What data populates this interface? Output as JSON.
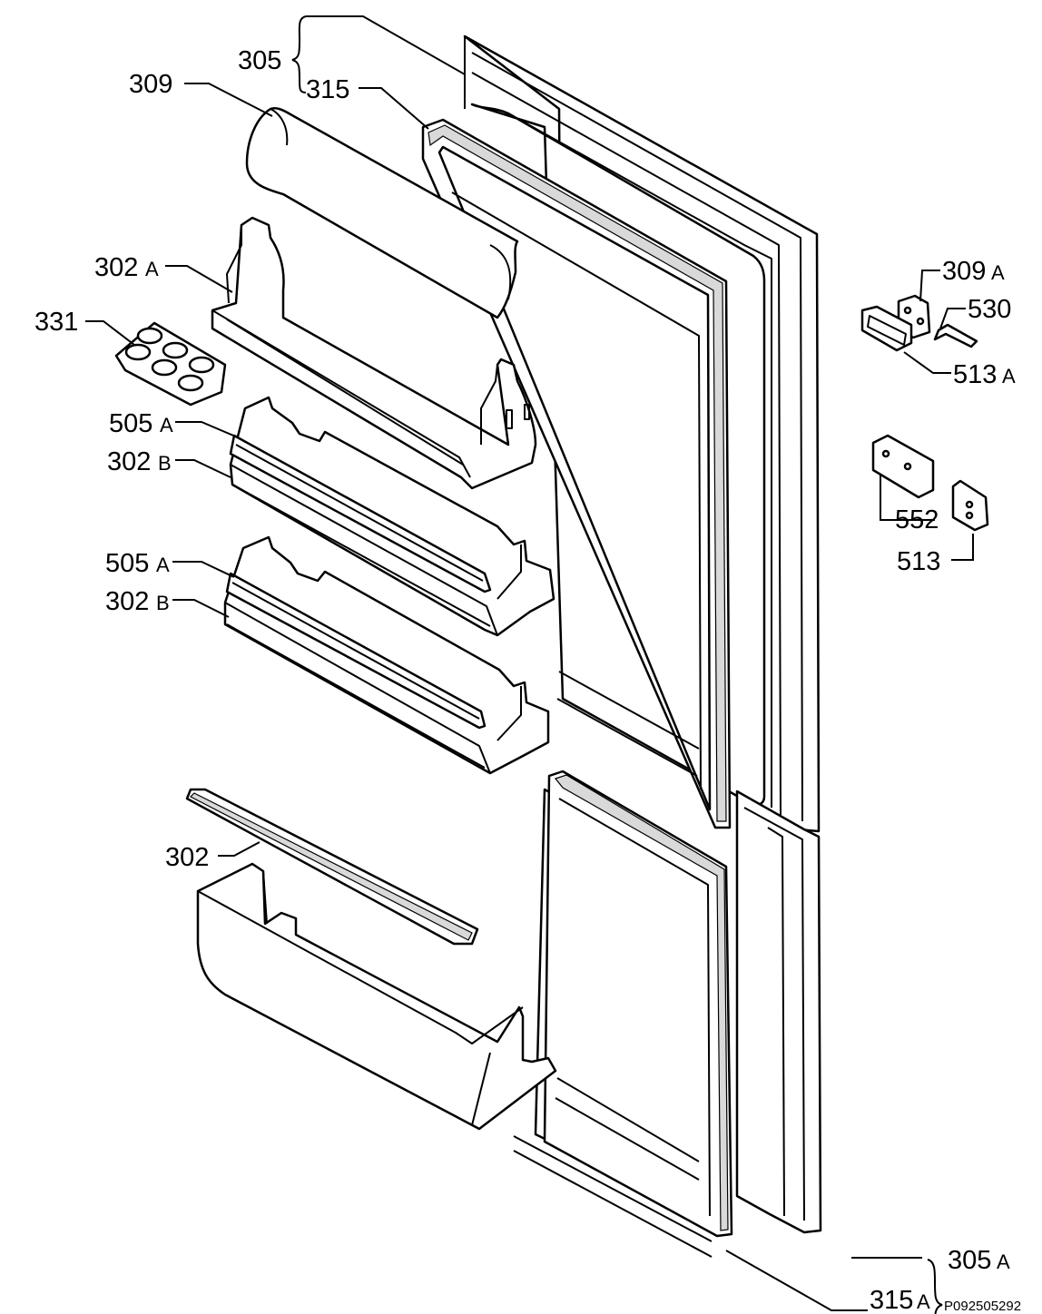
{
  "diagram": {
    "drawing_code": "P092505292",
    "labels": {
      "l305": "305",
      "l315": "315",
      "l309": "309",
      "l302a_num": "302",
      "l302a_sfx": "A",
      "l331": "331",
      "l505a1_num": "505",
      "l505a1_sfx": "A",
      "l302b1_num": "302",
      "l302b1_sfx": "B",
      "l505a2_num": "505",
      "l505a2_sfx": "A",
      "l302b2_num": "302",
      "l302b2_sfx": "B",
      "l302": "302",
      "l309a_num": "309",
      "l309a_sfx": "A",
      "l530": "530",
      "l513a_num": "513",
      "l513a_sfx": "A",
      "l552": "552",
      "l513": "513",
      "l305a_num": "305",
      "l305a_sfx": "A",
      "l315a_num": "315",
      "l315a_sfx": "A"
    }
  }
}
